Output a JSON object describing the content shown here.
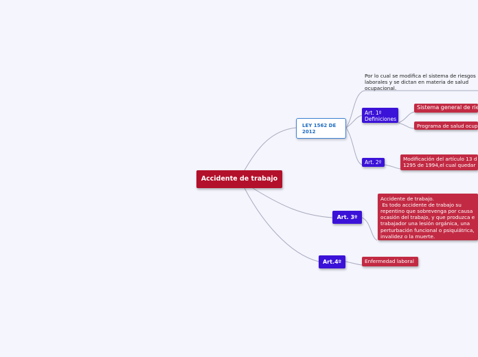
{
  "root": {
    "label": "Accidente de trabajo"
  },
  "ley": {
    "label": "LEY 1562 DE 2012"
  },
  "ley_description": "Por lo cual se modifica el sistema de riesgos laborales y se dictan en materia de salud ocupacional.",
  "art1": {
    "label_line1": "Art. 1º",
    "label_line2": "Definiciones",
    "children": [
      "Sistema general de rie",
      "Programa de salud ocup"
    ]
  },
  "art2": {
    "label": "Art. 2º",
    "child_line1": "Modificación del artículo 13 d",
    "child_line2": "1295 de 1994,el cual quedar"
  },
  "art3": {
    "label": "Art. 3º",
    "desc_lines": [
      "Accidente de trabajo.",
      " Es todo accidente de trabajo su",
      "repentino que sobrevenga por causa",
      "ocasión del trabajo, y que produzca e",
      "trabajador una lesión orgánica, una",
      "perturbación funcional o psiquiátrica,",
      "invalidez o la muerte."
    ]
  },
  "art4": {
    "label": "Art.4º",
    "child": "Enfermedad laboral"
  },
  "colors": {
    "background": "#f4f5fd",
    "root": "#b3102b",
    "purple": "#3b12d8",
    "red": "#c22a43",
    "ley_border": "#3b7fd0",
    "connector": "#a9abbd"
  }
}
